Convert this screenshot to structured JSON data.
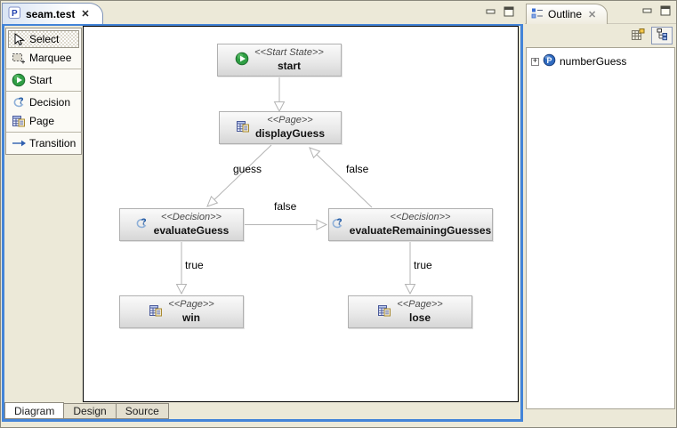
{
  "window": {
    "colors": {
      "accent_blue": "#4384d8",
      "background": "#ece9d8",
      "start_green": "#2f9e44",
      "decision_blue": "#1c55a0"
    }
  },
  "editor": {
    "tab": {
      "title": "seam.test",
      "close_glyph": "✕"
    },
    "palette": {
      "items": [
        {
          "id": "select",
          "label": "Select"
        },
        {
          "id": "marquee",
          "label": "Marquee"
        },
        {
          "id": "start",
          "label": "Start"
        },
        {
          "id": "decision",
          "label": "Decision"
        },
        {
          "id": "page",
          "label": "Page"
        },
        {
          "id": "transition",
          "label": "Transition"
        }
      ]
    },
    "page_tabs": [
      {
        "label": "Diagram",
        "active": true
      },
      {
        "label": "Design",
        "active": false
      },
      {
        "label": "Source",
        "active": false
      }
    ]
  },
  "diagram": {
    "nodes": [
      {
        "id": "start",
        "kind": "start-state",
        "stereotype": "<<Start State>>",
        "name": "start"
      },
      {
        "id": "displayGuess",
        "kind": "page",
        "stereotype": "<<Page>>",
        "name": "displayGuess"
      },
      {
        "id": "evaluateGuess",
        "kind": "decision",
        "stereotype": "<<Decision>>",
        "name": "evaluateGuess"
      },
      {
        "id": "evaluateRemainingGuesses",
        "kind": "decision",
        "stereotype": "<<Decision>>",
        "name": "evaluateRemainingGuesses"
      },
      {
        "id": "win",
        "kind": "page",
        "stereotype": "<<Page>>",
        "name": "win"
      },
      {
        "id": "lose",
        "kind": "page",
        "stereotype": "<<Page>>",
        "name": "lose"
      }
    ],
    "edges": [
      {
        "from": "start",
        "to": "displayGuess",
        "label": ""
      },
      {
        "from": "displayGuess",
        "to": "evaluateGuess",
        "label": "guess"
      },
      {
        "from": "evaluateRemainingGuesses",
        "to": "displayGuess",
        "label": "false"
      },
      {
        "from": "evaluateGuess",
        "to": "evaluateRemainingGuesses",
        "label": "false"
      },
      {
        "from": "evaluateGuess",
        "to": "win",
        "label": "true"
      },
      {
        "from": "evaluateRemainingGuesses",
        "to": "lose",
        "label": "true"
      }
    ]
  },
  "outline": {
    "title": "Outline",
    "close_glyph": "✕",
    "tree": [
      {
        "label": "numberGuess",
        "expander": "+"
      }
    ]
  }
}
